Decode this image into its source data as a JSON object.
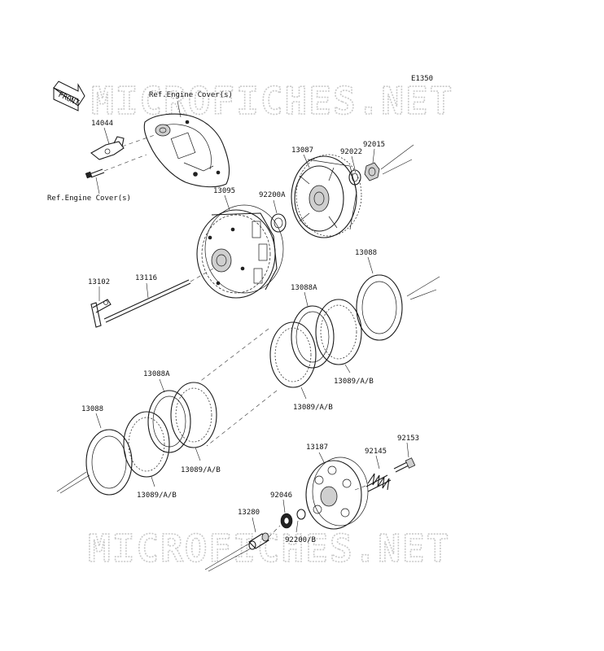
{
  "diagram_code": "E1350",
  "watermark": "MICROFICHES.NET",
  "front_arrow": "FRONT",
  "labels": {
    "ref_engine_cover_top": "Ref.Engine Cover(s)",
    "ref_engine_cover_left": "Ref.Engine Cover(s)",
    "p14044": "14044",
    "p13087": "13087",
    "p92022": "92022",
    "p92015": "92015",
    "p13095": "13095",
    "p92200A": "92200A",
    "p13088_right": "13088",
    "p13088A_right": "13088A",
    "p13102": "13102",
    "p13116": "13116",
    "p13089AB_right": "13089/A/B",
    "p13089AB_mid": "13089/A/B",
    "p13088A_left": "13088A",
    "p13088_left": "13088",
    "p13089AB_leftmid": "13089/A/B",
    "p13089AB_left": "13089/A/B",
    "p13187": "13187",
    "p92153": "92153",
    "p92145": "92145",
    "p92046": "92046",
    "p13280": "13280",
    "p92200B": "92200/B"
  }
}
